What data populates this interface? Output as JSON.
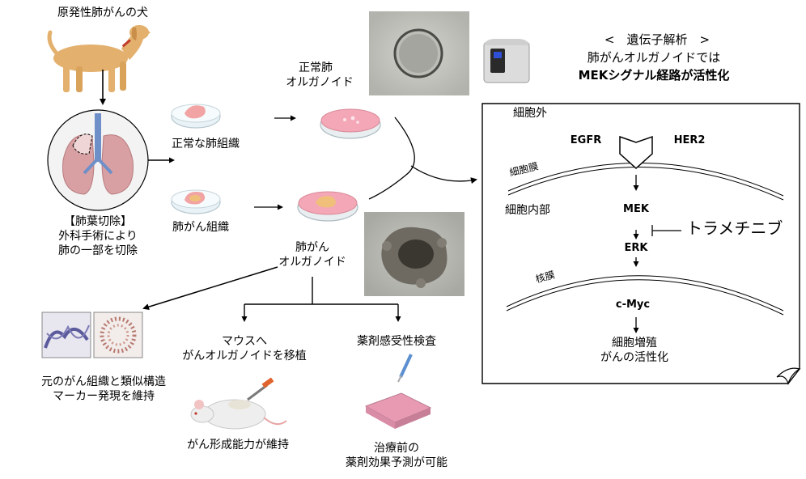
{
  "dog": {
    "title": "原発性肺がんの犬"
  },
  "surgery": {
    "lines": [
      "【肺葉切除】",
      "外科手術により",
      "肺の一部を切除"
    ]
  },
  "tissue": {
    "normal": "正常な肺組織",
    "cancer": "肺がん組織"
  },
  "organoid": {
    "normal": [
      "正常肺",
      "オルガノイド"
    ],
    "cancer": [
      "肺がん",
      "オルガノイド"
    ]
  },
  "outcomes": {
    "histology": [
      "元のがん組織と類似構造",
      "マーカー発現を維持"
    ],
    "mouse_title": [
      "マウスへ",
      "がんオルガノイドを移植"
    ],
    "mouse_result": "がん形成能力が維持",
    "drug_title": "薬剤感受性検査",
    "drug_result": [
      "治療前の",
      "薬剤効果予測が可能"
    ]
  },
  "gene": {
    "title": [
      "<　遺伝子解析　>",
      "肺がんオルガノイドでは",
      "MEKシグナル経路が活性化"
    ]
  },
  "pathway": {
    "extracellular": "細胞外",
    "receptors": [
      "EGFR",
      "HER2"
    ],
    "membrane": "細胞膜",
    "intracellular": "細胞内部",
    "mek": "MEK",
    "erk": "ERK",
    "inhibitor": "トラメチニブ",
    "nuclear": "核膜",
    "myc": "c-Myc",
    "result": [
      "細胞増殖",
      "がんの活性化"
    ]
  },
  "colors": {
    "arrow": "#000000",
    "lung": "#d9a0a3",
    "trachea": "#6f8fc9",
    "dish_pink": "#f4a7b6",
    "tissue_orange": "#f0c07a",
    "dog": "#e3b06d",
    "micro_gray": "#b9b9b4",
    "histo_purple": "#5b5a9c",
    "histo_red": "#b8796f",
    "plate_pink": "#e89ab3"
  }
}
